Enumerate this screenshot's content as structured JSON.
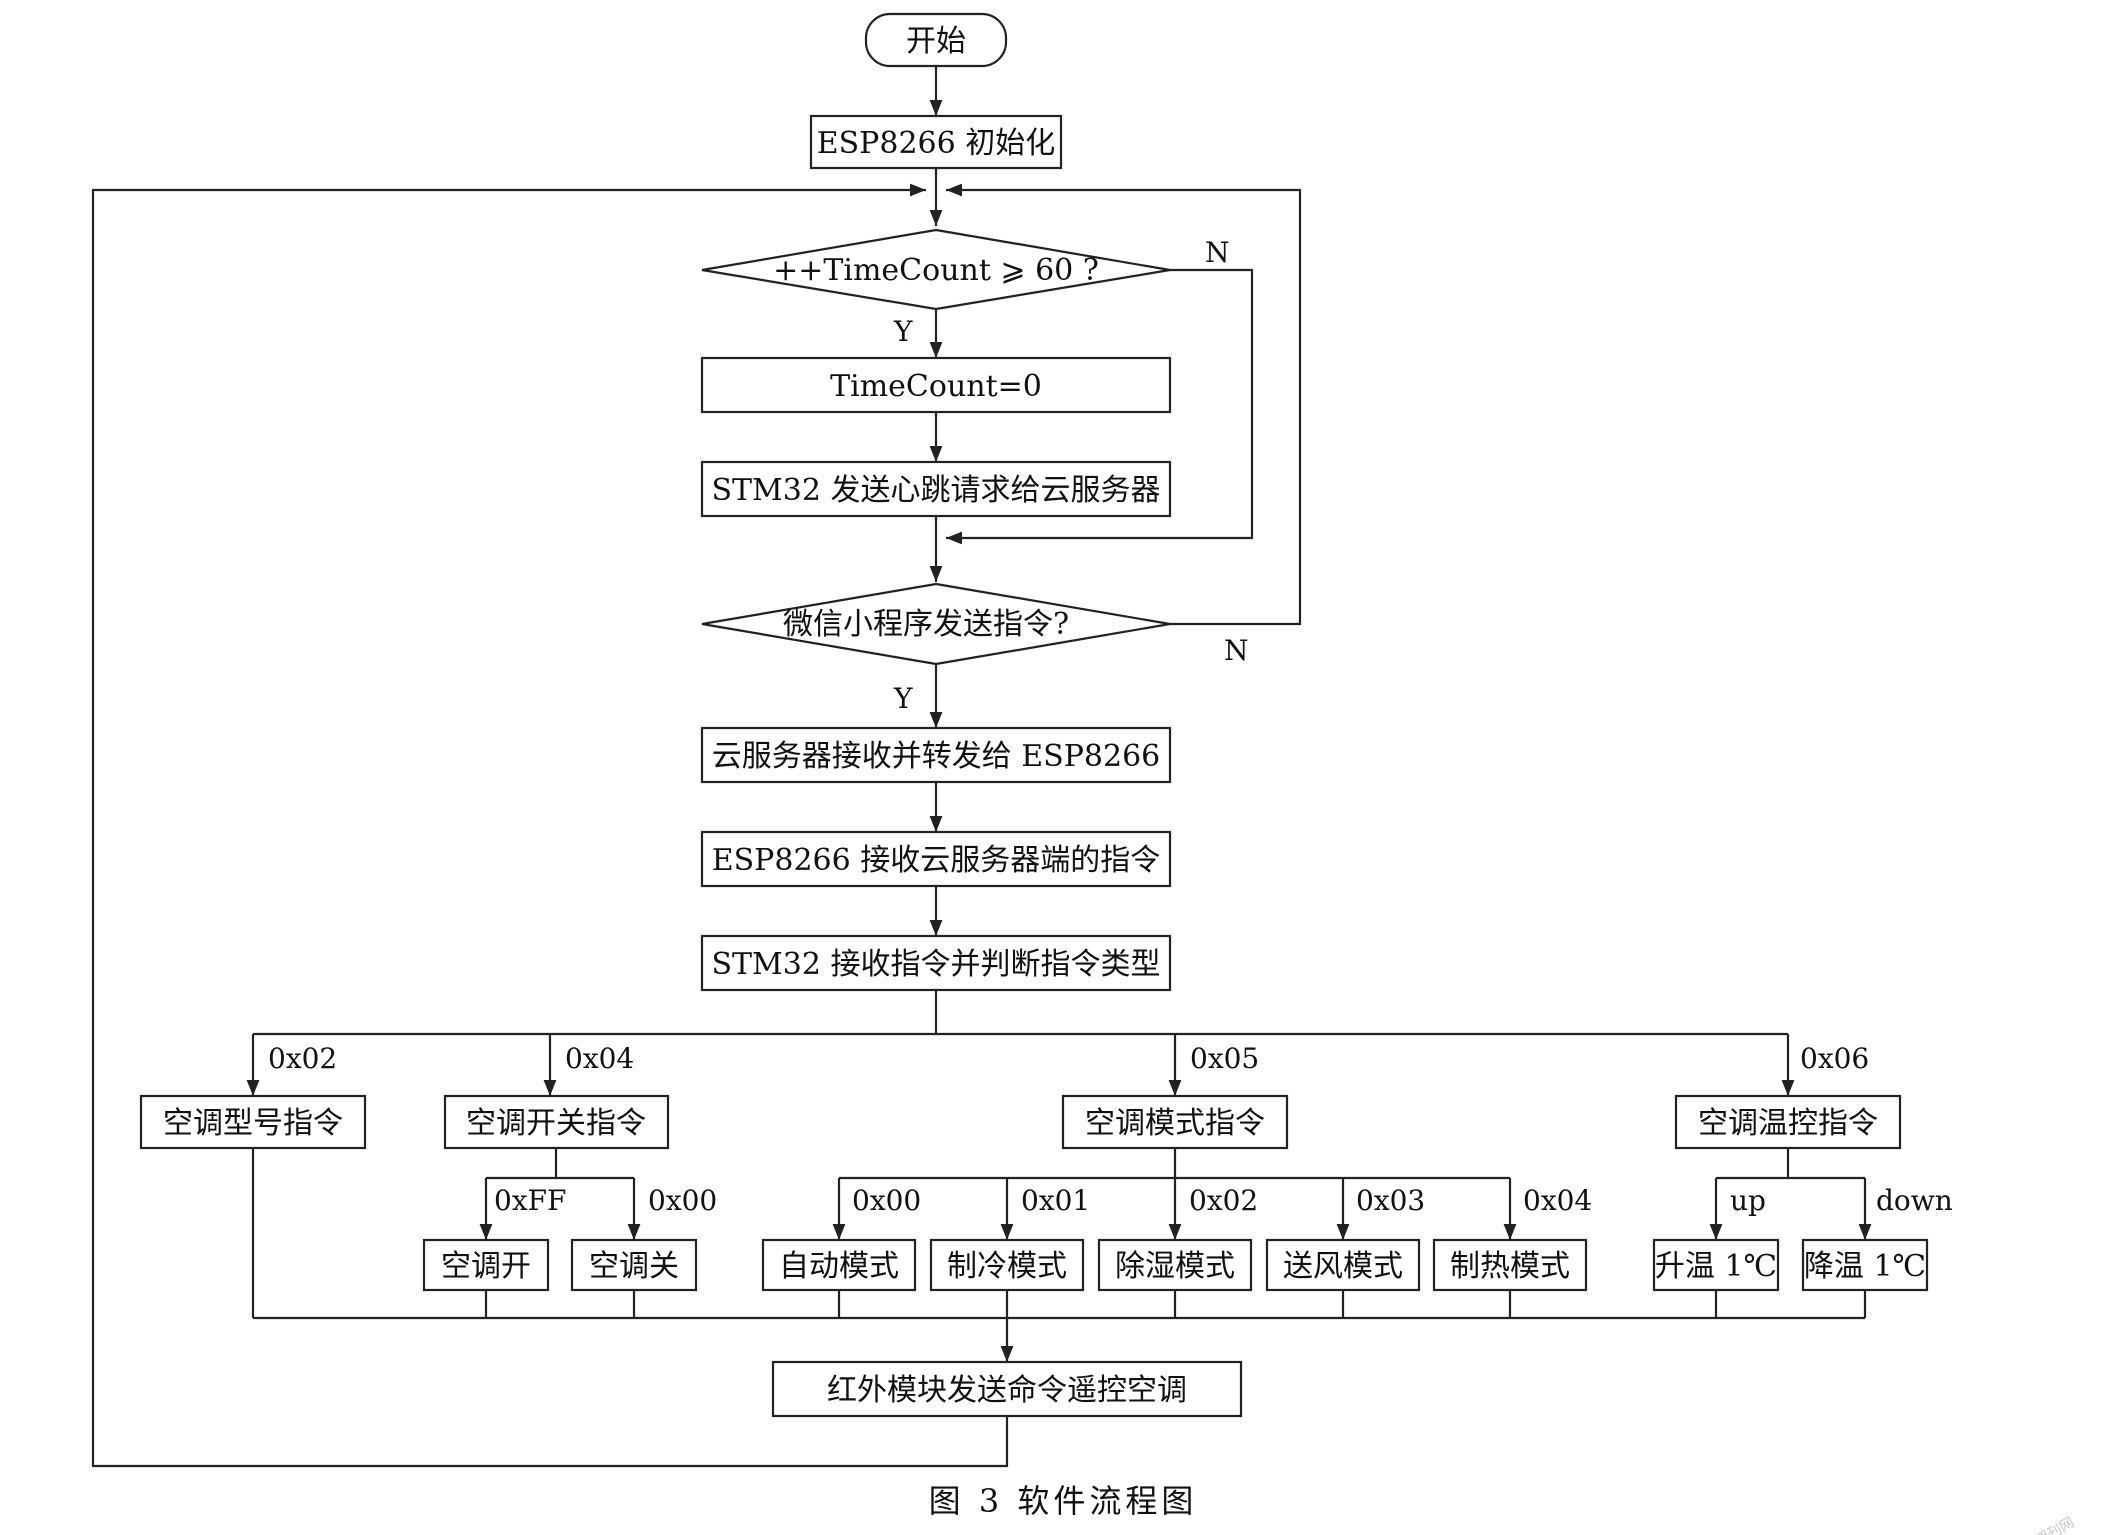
{
  "nodes": {
    "start": "开始",
    "esp_init": "ESP8266 初始化",
    "timecount_check": "++TimeCount ⩾ 60 ?",
    "timecount_reset": "TimeCount=0",
    "heartbeat": "STM32 发送心跳请求给云服务器",
    "wechat_check": "微信小程序发送指令?",
    "cloud_forward": "云服务器接收并转发给 ESP8266",
    "esp_receive": "ESP8266 接收云服务器端的指令",
    "stm_judge": "STM32 接收指令并判断指令类型",
    "ac_model": "空调型号指令",
    "ac_switch": "空调开关指令",
    "ac_mode": "空调模式指令",
    "ac_temp": "空调温控指令",
    "ac_on": "空调开",
    "ac_off": "空调关",
    "mode_auto": "自动模式",
    "mode_cool": "制冷模式",
    "mode_dehumid": "除湿模式",
    "mode_fan": "送风模式",
    "mode_heat": "制热模式",
    "temp_up": "升温 1℃",
    "temp_down": "降温 1℃",
    "ir_send": "红外模块发送命令遥控空调"
  },
  "labels": {
    "yes": "Y",
    "no": "N",
    "code_model": "0x02",
    "code_switch": "0x04",
    "code_mode": "0x05",
    "code_temp": "0x06",
    "code_on": "0xFF",
    "code_off": "0x00",
    "mode_auto": "0x00",
    "mode_cool": "0x01",
    "mode_dehumid": "0x02",
    "mode_fan": "0x03",
    "mode_heat": "0x04",
    "up": "up",
    "down": "down"
  },
  "caption": "图 3   软件流程图",
  "watermark": "龙源期刊网"
}
